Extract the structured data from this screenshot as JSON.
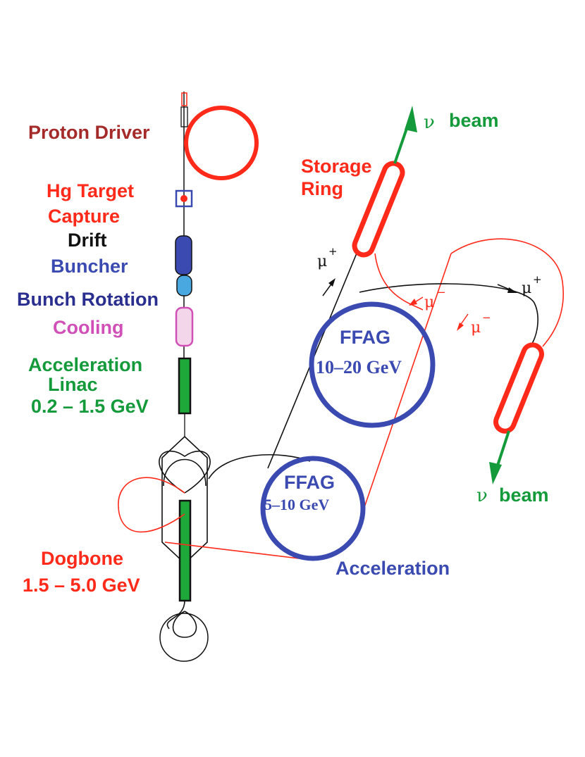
{
  "labels": {
    "proton_driver": "Proton Driver",
    "hg_target": "Hg  Target",
    "capture": "Capture",
    "drift": "Drift",
    "buncher": "Buncher",
    "bunch_rotation": "Bunch Rotation",
    "cooling": "Cooling",
    "acceleration_linac_1": "Acceleration",
    "acceleration_linac_2": "Linac",
    "acceleration_linac_3": "0.2 – 1.5 GeV",
    "dogbone_1": "Dogbone",
    "dogbone_2": "1.5 – 5.0 GeV",
    "storage_ring_1": "Storage",
    "storage_ring_2": "Ring",
    "nu_beam_top_symbol": "ν",
    "nu_beam_top_word": "beam",
    "nu_beam_bottom_symbol": "ν",
    "nu_beam_bottom_word": "beam",
    "ffag_large_1": "FFAG",
    "ffag_large_2": "10–20 GeV",
    "ffag_small_1": "FFAG",
    "ffag_small_2": "5–10 GeV",
    "acceleration": "Acceleration",
    "mu_plus": "μ",
    "mu_plus_sign": "+",
    "mu_minus": "μ",
    "mu_minus_sign": "−"
  },
  "colors": {
    "red": "#ff2a1a",
    "dark_red": "#a52a2a",
    "blue": "#3a4ab0",
    "navy": "#2a2f8f",
    "green": "#149a3a",
    "magenta": "#d050b8",
    "black": "#111111",
    "cyan": "#4aa8e0"
  }
}
